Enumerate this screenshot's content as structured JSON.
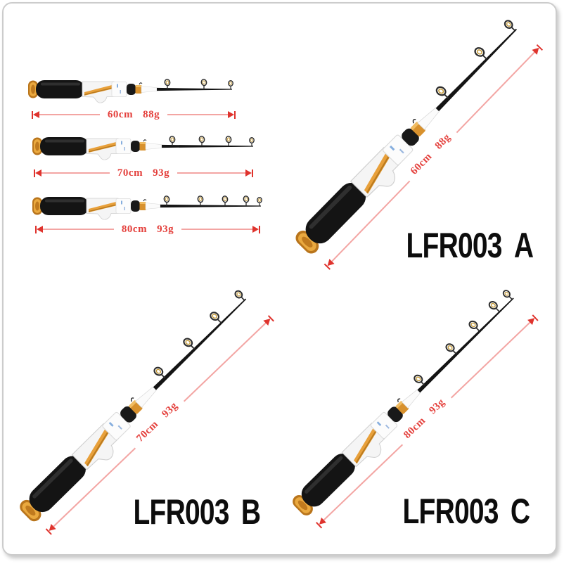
{
  "product": {
    "model": "LFR003",
    "accent_red": "#e4403c",
    "line_pink": "#f3a5a3",
    "label_black": "#0d0d0d",
    "grip_black": "#141414",
    "gold": "#d8912d"
  },
  "thumbnails": [
    {
      "length": "60cm",
      "weight": "88g",
      "guide_count": 3
    },
    {
      "length": "70cm",
      "weight": "93g",
      "guide_count": 4
    },
    {
      "length": "80cm",
      "weight": "93g",
      "guide_count": 5
    }
  ],
  "variants": [
    {
      "model": "LFR003",
      "letter": "A",
      "length": "60cm",
      "weight": "88g",
      "guide_count": 3
    },
    {
      "model": "LFR003",
      "letter": "B",
      "length": "70cm",
      "weight": "93g",
      "guide_count": 4
    },
    {
      "model": "LFR003",
      "letter": "C",
      "length": "80cm",
      "weight": "93g",
      "guide_count": 5
    }
  ]
}
